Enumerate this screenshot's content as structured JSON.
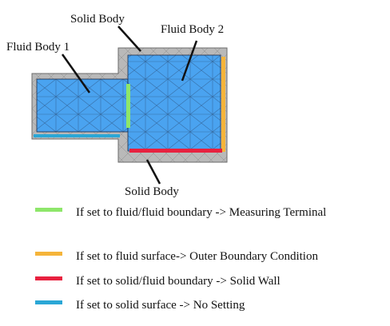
{
  "labels": {
    "fluid_body_1": "Fluid Body 1",
    "fluid_body_2": "Fluid Body 2",
    "solid_body_top": "Solid Body",
    "solid_body_bottom": "Solid Body"
  },
  "legend": [
    {
      "color": "#8ee66a",
      "text": "If set to fluid/fluid  boundary -> Measuring Terminal"
    },
    {
      "color": "#f5b43a",
      "text": "If set to fluid  surface-> Outer Boundary Condition"
    },
    {
      "color": "#e8213f",
      "text": "If set to solid/fluid boundary -> Solid Wall"
    },
    {
      "color": "#2aa7d6",
      "text": "If set to solid surface -> No Setting"
    }
  ],
  "colors": {
    "solid": "#b9b9b9",
    "fluid": "#4aa3f0",
    "mesh": "#1d2b47",
    "fluid_fluid_boundary": "#8ee66a",
    "fluid_surface": "#f5b43a",
    "solid_fluid_boundary": "#e8213f",
    "solid_surface": "#2aa7d6"
  }
}
